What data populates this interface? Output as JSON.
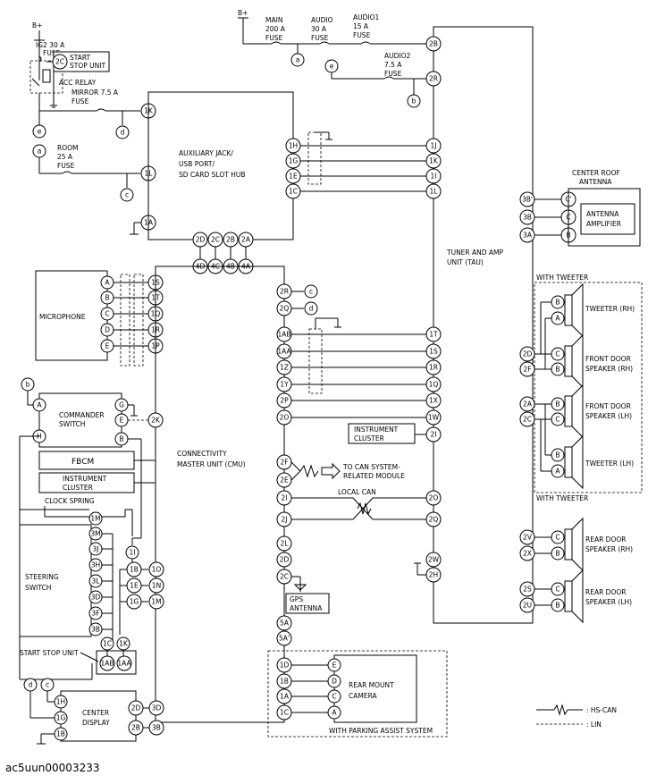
{
  "labels": {
    "b_plus_1": "B+",
    "b_plus_2": "B+",
    "ig2_fuse": [
      "IG2 30 A",
      "FUSE"
    ],
    "start_stop_unit_top": [
      "START",
      "STOP UNIT"
    ],
    "acc_relay": "ACC RELAY",
    "mirror_fuse": [
      "MIRROR 7.5 A",
      "FUSE"
    ],
    "room_fuse": [
      "ROOM",
      "25 A",
      "FUSE"
    ],
    "main_fuse": [
      "MAIN",
      "200 A",
      "FUSE"
    ],
    "audio_fuse": [
      "AUDIO",
      "30 A",
      "FUSE"
    ],
    "audio1_fuse": [
      "AUDIO1",
      "15 A",
      "FUSE"
    ],
    "audio2_fuse": [
      "AUDIO2",
      "7.5 A",
      "FUSE"
    ],
    "aux_hub": [
      "AUXILIARY JACK/",
      "USB PORT/",
      "SD CARD SLOT HUB"
    ],
    "center_roof_antenna": [
      "CENTER ROOF",
      "ANTENNA"
    ],
    "antenna_amplifier": [
      "ANTENNA",
      "AMPLIFIER"
    ],
    "tuner_amp": [
      "TUNER AND AMP",
      "UNIT (TAU)"
    ],
    "with_tweeter_top": "WITH TWEETER",
    "with_tweeter_bottom": "WITH TWEETER",
    "tweeter_rh": "TWEETER (RH)",
    "front_door_rh": [
      "FRONT DOOR",
      "SPEAKER (RH)"
    ],
    "front_door_lh": [
      "FRONT DOOR",
      "SPEAKER (LH)"
    ],
    "tweeter_lh": "TWEETER (LH)",
    "rear_door_rh": [
      "REAR DOOR",
      "SPEAKER (RH)"
    ],
    "rear_door_lh": [
      "REAR DOOR",
      "SPEAKER (LH)"
    ],
    "microphone": "MICROPHONE",
    "commander_switch": [
      "COMMANDER",
      "SWITCH"
    ],
    "fbcm": "FBCM",
    "instrument_cluster_left": [
      "INSTRUMENT",
      "CLUSTER"
    ],
    "clock_spring": "CLOCK SPRING",
    "steering_switch": [
      "STEERING",
      "SWITCH"
    ],
    "start_stop_unit_bottom": "START STOP UNIT",
    "center_display": [
      "CENTER",
      "DISPLAY"
    ],
    "cmu": [
      "CONNECTIVITY",
      "MASTER UNIT (CMU)"
    ],
    "instrument_cluster_mid": [
      "INSTRUMENT",
      "CLUSTER"
    ],
    "to_can": [
      "TO CAN SYSTEM-",
      "RELATED MODULE"
    ],
    "local_can": "LOCAL CAN",
    "gps_antenna": [
      "GPS",
      "ANTENNA"
    ],
    "rear_mount_camera": [
      "REAR MOUNT",
      "CAMERA"
    ],
    "with_parking_assist": "WITH PARKING ASSIST SYSTEM",
    "legend_hs_can": ": HS-CAN",
    "legend_lin": ": LIN"
  },
  "caption": "ac5uun00003233",
  "pins": {
    "p_2C_top": "2C",
    "p_1K": "1K",
    "p_1L": "1L",
    "p_1A": "1A",
    "p_e1": "e",
    "p_a1": "a",
    "p_d1": "d",
    "p_c1": "c",
    "p_a2": "a",
    "p_e2": "e",
    "p_b2": "b",
    "p_1H": "1H",
    "p_1G": "1G",
    "p_1E": "1E",
    "p_1C": "1C",
    "p_2D": "2D",
    "p_2C": "2C",
    "p_2B": "2B",
    "p_2A": "2A",
    "p_4D": "4D",
    "p_4C": "4C",
    "p_4B": "4B",
    "p_4A": "4A",
    "p_2B_tau": "2B",
    "p_2R_tau": "2R",
    "p_1J": "1J",
    "p_1K_tau": "1K",
    "p_1I": "1I",
    "p_1L_tau": "1L",
    "p_3B'": "3B'",
    "p_3B": "3B",
    "p_3A": "3A",
    "p_C'": "C'",
    "p_C": "C",
    "p_B_ant": "B",
    "p_mA": "A",
    "p_mB": "B",
    "p_mC": "C",
    "p_mD": "D",
    "p_mE": "E",
    "p_1S": "1S",
    "p_1T": "1T",
    "p_1Q": "1Q",
    "p_1R": "1R",
    "p_1P": "1P",
    "p_2R_cmu": "2R",
    "p_c_r": "c",
    "p_2Q_cmu": "2Q",
    "p_d_r": "d",
    "p_1AB": "1AB",
    "p_1AA": "1AA",
    "p_1Z": "1Z",
    "p_1Y": "1Y",
    "p_2P": "2P",
    "p_2O": "2O",
    "p_1T_tau": "1T",
    "p_1S_tau": "1S",
    "p_1R_tau": "1R",
    "p_1Q_tau": "1Q",
    "p_1X": "1X",
    "p_1W": "1W",
    "p_2I_tau": "2I",
    "p_b_left": "b",
    "p_A_cs": "A",
    "p_G_cs": "G",
    "p_E_cs": "E",
    "p_B_cs": "B",
    "p_H_cs": "H",
    "p_2K": "2K",
    "p_1M_ss": "1M",
    "p_3M": "3M",
    "p_3J": "3J",
    "p_3H": "3H",
    "p_3L": "3L",
    "p_3D": "3D",
    "p_3F": "3F",
    "p_3B_ss": "3B",
    "p_1I_cmu": "1I",
    "p_1B": "1B",
    "p_1E_cmu": "1E",
    "p_1G_cmu": "1G",
    "p_1O": "1O",
    "p_1N": "1N",
    "p_1M_cmu": "1M",
    "p_1C_ss": "1C",
    "p_1K_ss": "1K",
    "p_1AB_su": "1AB",
    "p_1AA_su": "1AA",
    "p_2F_cmu": "2F",
    "p_2E_cmu": "2E",
    "p_2I_cmu": "2I",
    "p_2J_cmu": "2J",
    "p_2O_tau": "2O",
    "p_2Q_tau": "2Q",
    "p_2L": "2L",
    "p_2D_cmu": "2D",
    "p_2C_cmu": "2C",
    "p_2W": "2W",
    "p_2H": "2H",
    "p_5A": "5A",
    "p_5A'": "5A'",
    "p_1D_cam": "1D",
    "p_1B_cam": "1B",
    "p_1A_cam": "1A",
    "p_1C_cam": "1C",
    "p_E_cam": "E",
    "p_D_cam": "D",
    "p_C_cam": "C",
    "p_A_cam": "A",
    "p_d_cd": "d",
    "p_c_cd": "c",
    "p_1H_cd": "1H",
    "p_1G_cd": "1G",
    "p_1B_cd": "1B",
    "p_2D_cd": "2D",
    "p_2B_cd": "2B",
    "p_3B_cd": "3B",
    "p_2D_tau": "2D",
    "p_2F_tau": "2F",
    "p_2A_tau": "2A",
    "p_2C_tau": "2C",
    "p_2V": "2V",
    "p_2X": "2X",
    "p_2S": "2S",
    "p_2U": "2U",
    "s_twr_B": "B",
    "s_twr_A": "A",
    "s_fdr_C": "C",
    "s_fdr_B": "B",
    "s_fdl_B": "B",
    "s_fdl_C": "C",
    "s_twl_B": "B",
    "s_twl_A": "A",
    "s_rdr_C": "C",
    "s_rdr_B": "B",
    "s_rdl_C": "C",
    "s_rdl_B": "B"
  }
}
